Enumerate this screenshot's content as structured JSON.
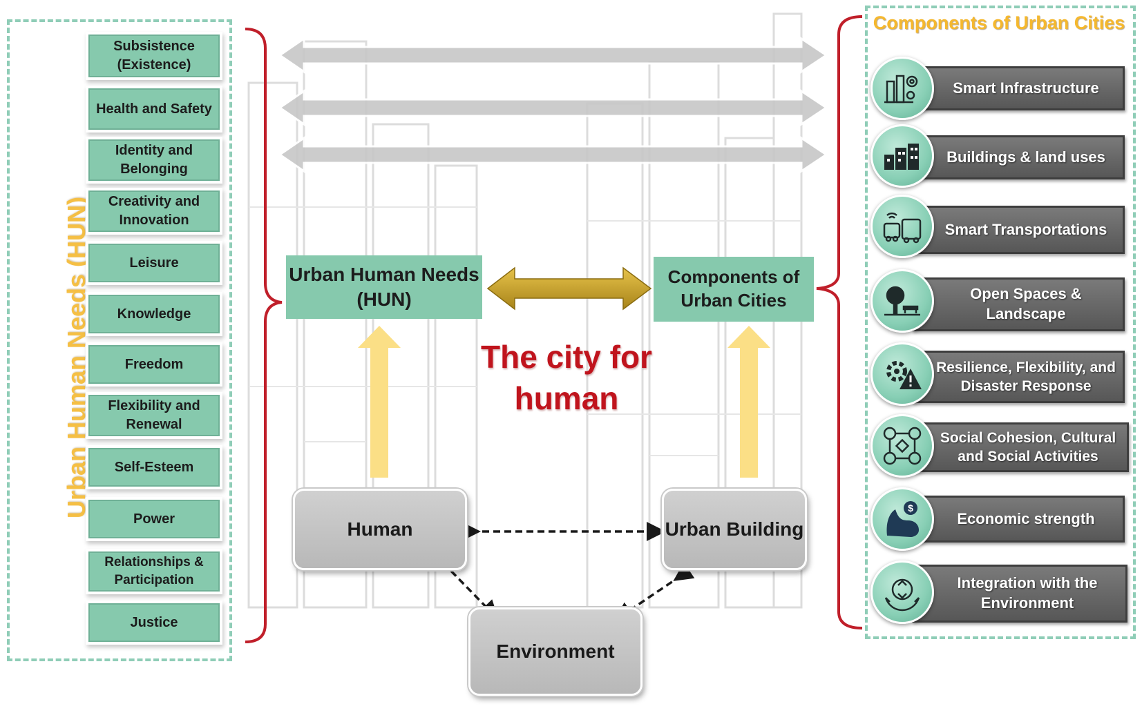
{
  "left_panel": {
    "vertical_title": "Urban Human Needs (HUN)",
    "needs": [
      "Subsistence (Existence)",
      "Health and Safety",
      "Identity and Belonging",
      "Creativity and Innovation",
      "Leisure",
      "Knowledge",
      "Freedom",
      "Flexibility and Renewal",
      "Self-Esteem",
      "Power",
      "Relationships & Participation",
      "Justice"
    ]
  },
  "center": {
    "hun_box": "Urban Human Needs (HUN)",
    "components_box": "Components of Urban Cities",
    "title": "The city for human",
    "nodes": {
      "human": "Human",
      "urban_building": "Urban Building",
      "environment": "Environment"
    }
  },
  "right_panel": {
    "title": "Components of Urban Cities",
    "components": [
      {
        "label": "Smart Infrastructure",
        "icon": "infrastructure-icon"
      },
      {
        "label": "Buildings & land uses",
        "icon": "buildings-icon"
      },
      {
        "label": "Smart Transportations",
        "icon": "transport-icon"
      },
      {
        "label": "Open Spaces & Landscape",
        "icon": "park-icon"
      },
      {
        "label": "Resilience, Flexibility, and Disaster Response",
        "icon": "resilience-warning-icon"
      },
      {
        "label": "Social Cohesion, Cultural and Social Activities",
        "icon": "social-network-icon"
      },
      {
        "label": "Economic strength",
        "icon": "economic-strength-icon"
      },
      {
        "label": "Integration with the Environment",
        "icon": "environment-recycle-icon"
      }
    ]
  },
  "colors": {
    "teal_box": "#86c9ad",
    "dashed_border": "#8fcdb7",
    "bracket_red": "#c01f2a",
    "gold_title": "#f5bf44",
    "center_red": "#c0141d",
    "gray_bar": "#666666",
    "arrow_gold": "#c9a227",
    "arrow_light_yellow": "#fbdf86"
  }
}
